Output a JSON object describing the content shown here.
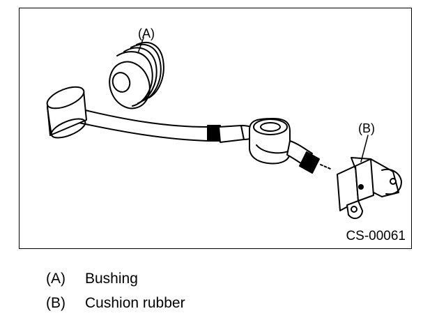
{
  "figure": {
    "callouts": [
      {
        "key": "(A)"
      },
      {
        "key": "(B)"
      }
    ],
    "figure_code": "CS-00061"
  },
  "legend": [
    {
      "key": "(A)",
      "text": "Bushing"
    },
    {
      "key": "(B)",
      "text": "Cushion rubber"
    }
  ]
}
